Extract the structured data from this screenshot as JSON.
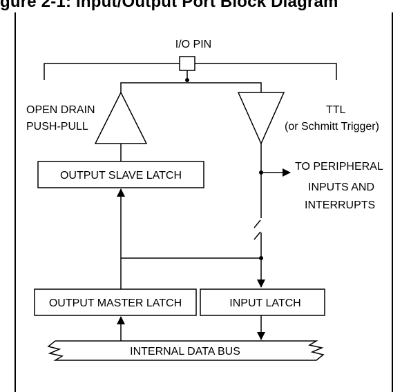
{
  "figure": {
    "title_partial": "gure 2-1:   Input/Output Port Block Diagram"
  },
  "labels": {
    "io_pin": "I/O PIN",
    "open_drain": "OPEN DRAIN",
    "push_pull": "PUSH-PULL",
    "ttl": "TTL",
    "schmitt": "(or Schmitt Trigger)",
    "to_peripheral_1": "TO PERIPHERAL",
    "to_peripheral_2": "INPUTS AND",
    "to_peripheral_3": "INTERRUPTS",
    "output_slave_latch": "OUTPUT SLAVE LATCH",
    "output_master_latch": "OUTPUT MASTER LATCH",
    "input_latch": "INPUT LATCH",
    "internal_data_bus": "INTERNAL DATA BUS"
  }
}
